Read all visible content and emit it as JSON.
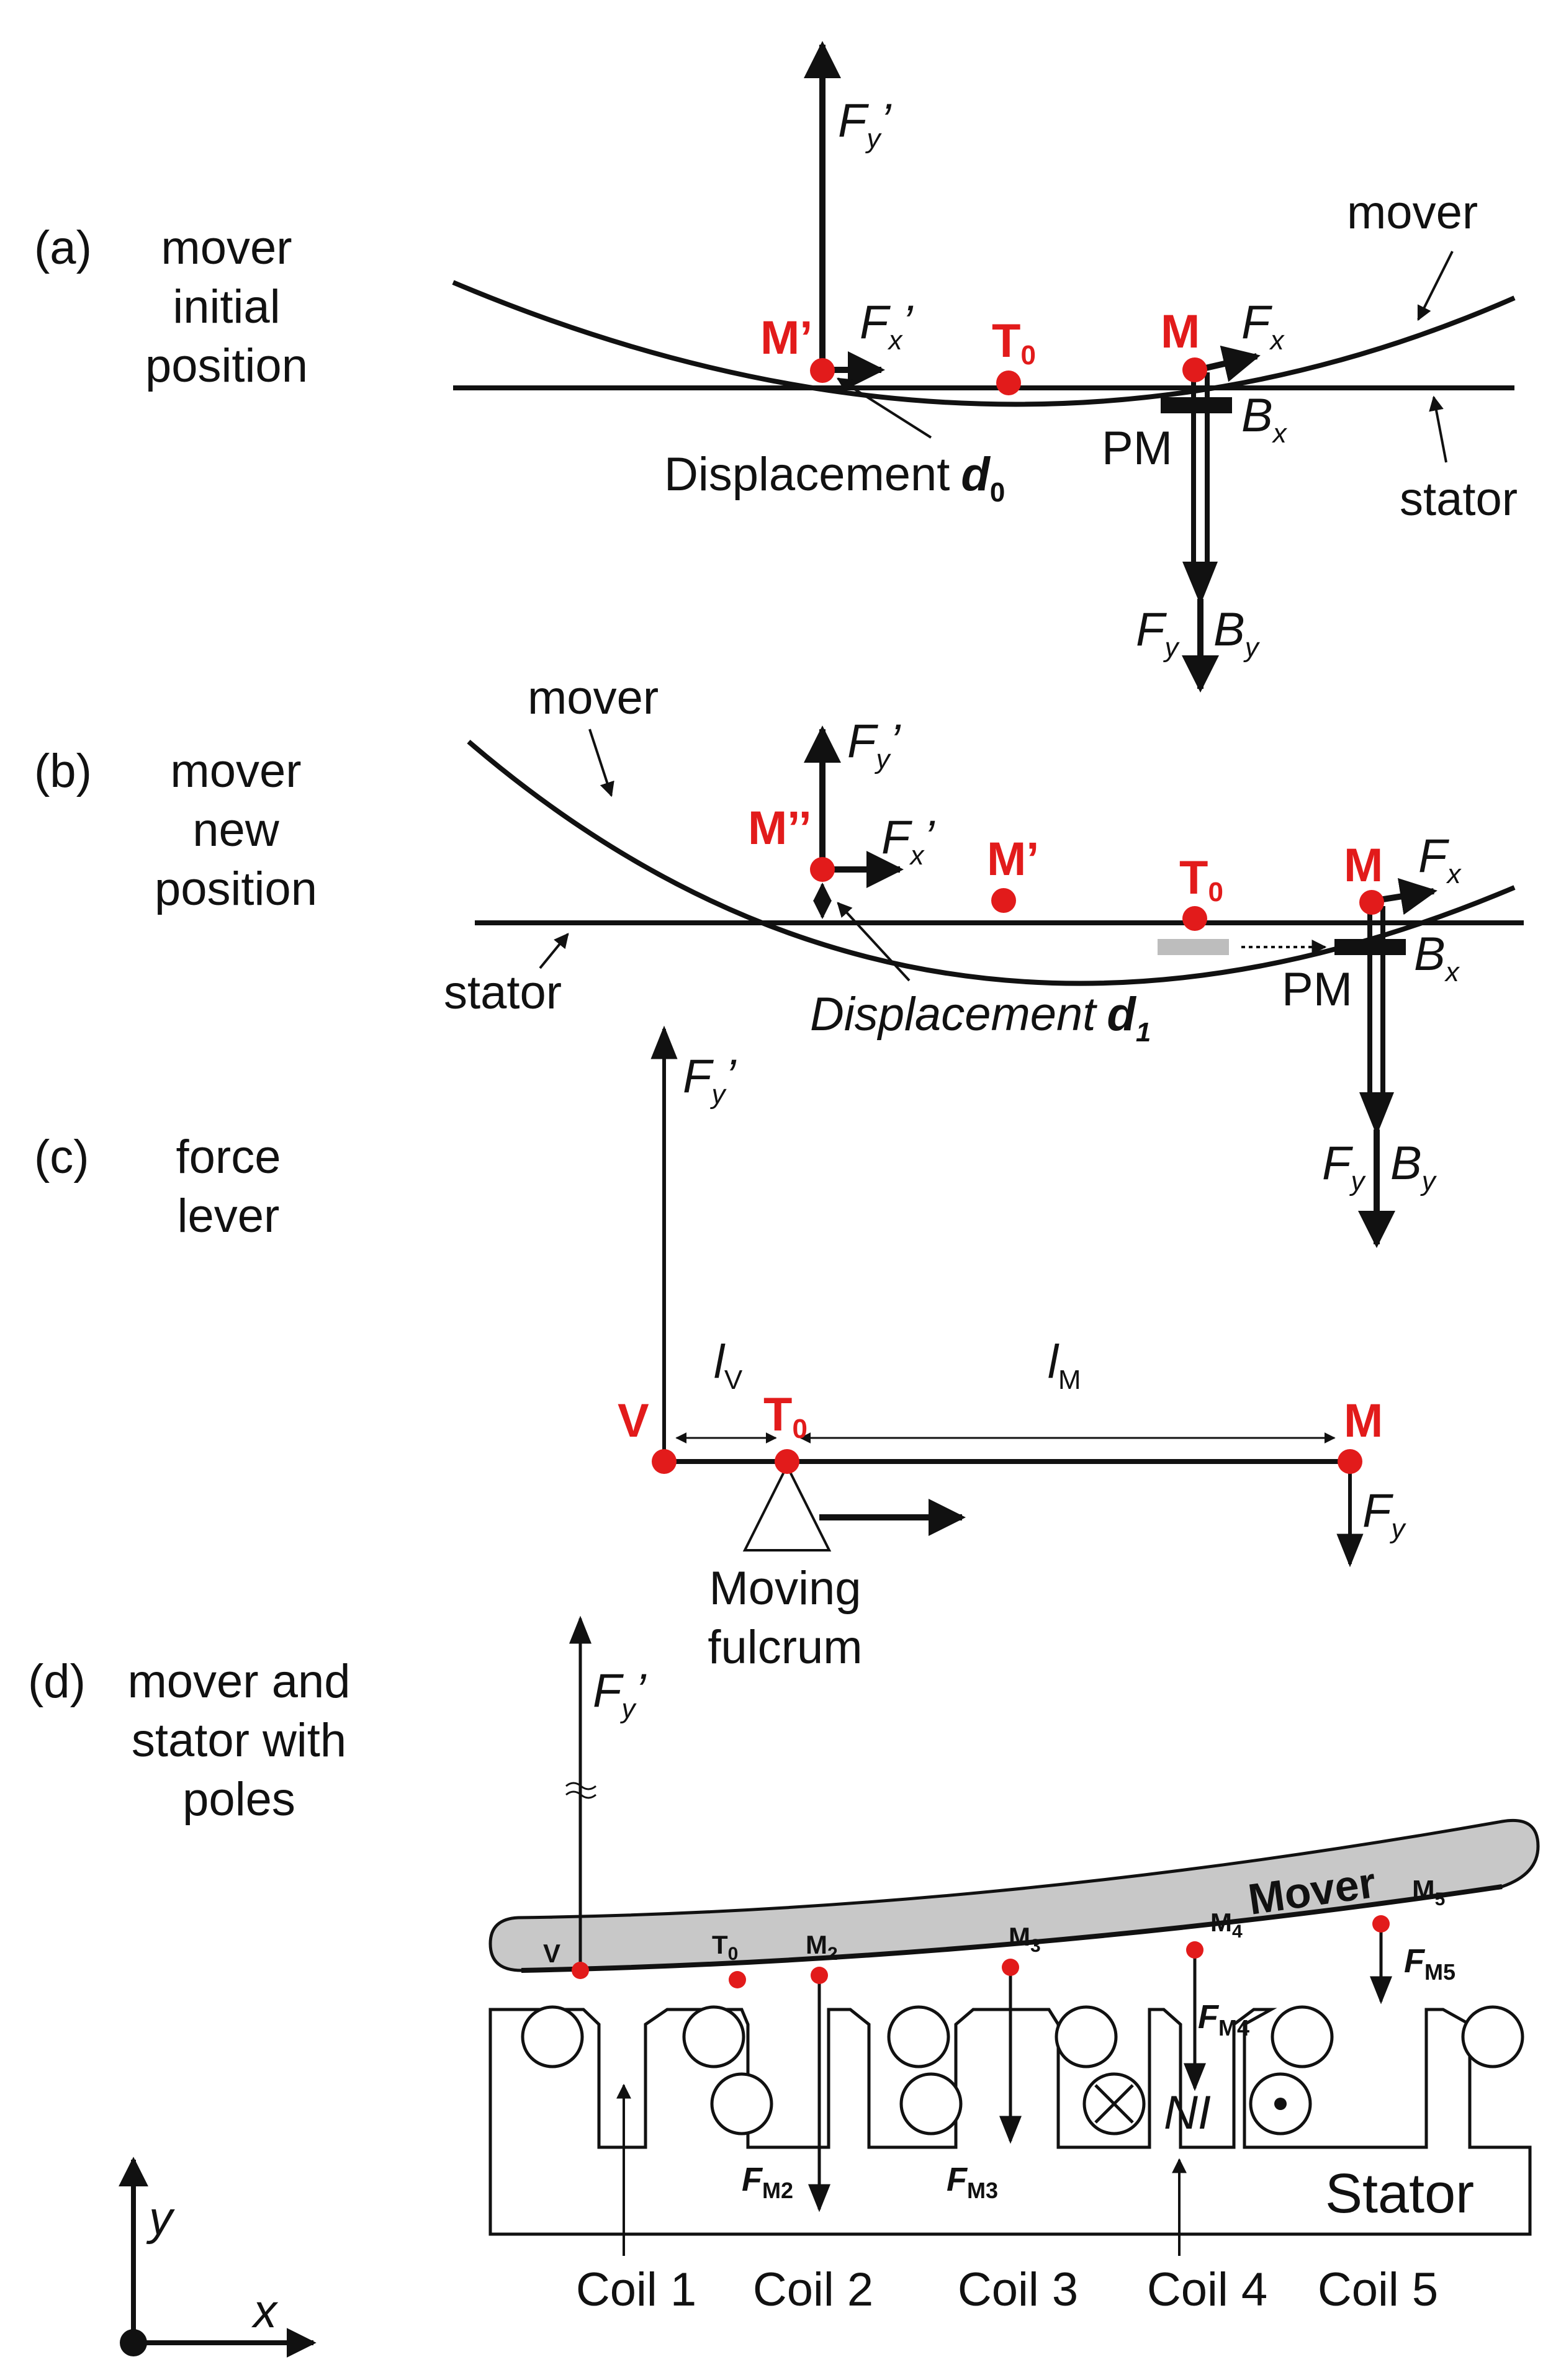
{
  "colors": {
    "accent_red": "#e21b1b",
    "mover_fill": "#c8c8c8",
    "ink": "#111111",
    "ghost_pm": "#bdbdbd"
  },
  "a": {
    "tag": "(a)",
    "desc": [
      "mover",
      "initial",
      "position"
    ],
    "fy_prime": "F",
    "fy_prime_sub": "y",
    "fy_prime_tick": "’",
    "fx_prime": "F",
    "fx_prime_sub": "x",
    "fx_prime_tick": "’",
    "fx": "F",
    "fx_sub": "x",
    "bx": "B",
    "bx_sub": "x",
    "fy": "F",
    "fy_sub": "y",
    "by": "B",
    "by_sub": "y",
    "m_prime": "M’",
    "t0": "T",
    "t0_sub": "0",
    "m": "M",
    "pm": "PM",
    "displacement": "Displacement",
    "disp_sym": "d",
    "disp_sub": "0",
    "mover": "mover",
    "stator": "stator"
  },
  "b": {
    "tag": "(b)",
    "desc": [
      "mover",
      "new",
      "position"
    ],
    "fy_prime": "F",
    "fy_prime_sub": "y",
    "fy_prime_tick": "’",
    "fx_prime": "F",
    "fx_prime_sub": "x",
    "fx_prime_tick": "’",
    "fx": "F",
    "fx_sub": "x",
    "bx": "B",
    "bx_sub": "x",
    "fy": "F",
    "fy_sub": "y",
    "by": "B",
    "by_sub": "y",
    "m_dprime": "M’’",
    "m_prime": "M’",
    "t0": "T",
    "t0_sub": "0",
    "m": "M",
    "pm": "PM",
    "displacement": "Displacement",
    "disp_sym": "d",
    "disp_sub": "1",
    "mover": "mover",
    "stator": "stator"
  },
  "c": {
    "tag": "(c)",
    "desc": [
      "force",
      "lever"
    ],
    "fy_prime": "F",
    "fy_prime_sub": "y",
    "fy_prime_tick": "’",
    "lv": "l",
    "lv_sub": "V",
    "lm": "l",
    "lm_sub": "M",
    "v": "V",
    "t0": "T",
    "t0_sub": "0",
    "m": "M",
    "fy": "F",
    "fy_sub": "y",
    "fulcrum": [
      "Moving",
      "fulcrum"
    ]
  },
  "d": {
    "tag": "(d)",
    "desc": [
      "mover and",
      "stator with",
      "poles"
    ],
    "fy_prime": "F",
    "fy_prime_sub": "y",
    "fy_prime_tick": "’",
    "mover": "Mover",
    "stator": "Stator",
    "v": "V",
    "t0": "T",
    "t0_sub": "0",
    "m2": "M",
    "m2_sub": "2",
    "m3": "M",
    "m3_sub": "3",
    "m4": "M",
    "m4_sub": "4",
    "m5": "M",
    "m5_sub": "5",
    "fm2": "F",
    "fm2_sub": "M2",
    "fm3": "F",
    "fm3_sub": "M3",
    "fm4": "F",
    "fm4_sub": "M4",
    "fm5": "F",
    "fm5_sub": "M5",
    "ni": "NI",
    "coils": [
      "Coil 1",
      "Coil 2",
      "Coil 3",
      "Coil 4",
      "Coil 5"
    ]
  },
  "axes": {
    "y": "y",
    "x": "x"
  }
}
